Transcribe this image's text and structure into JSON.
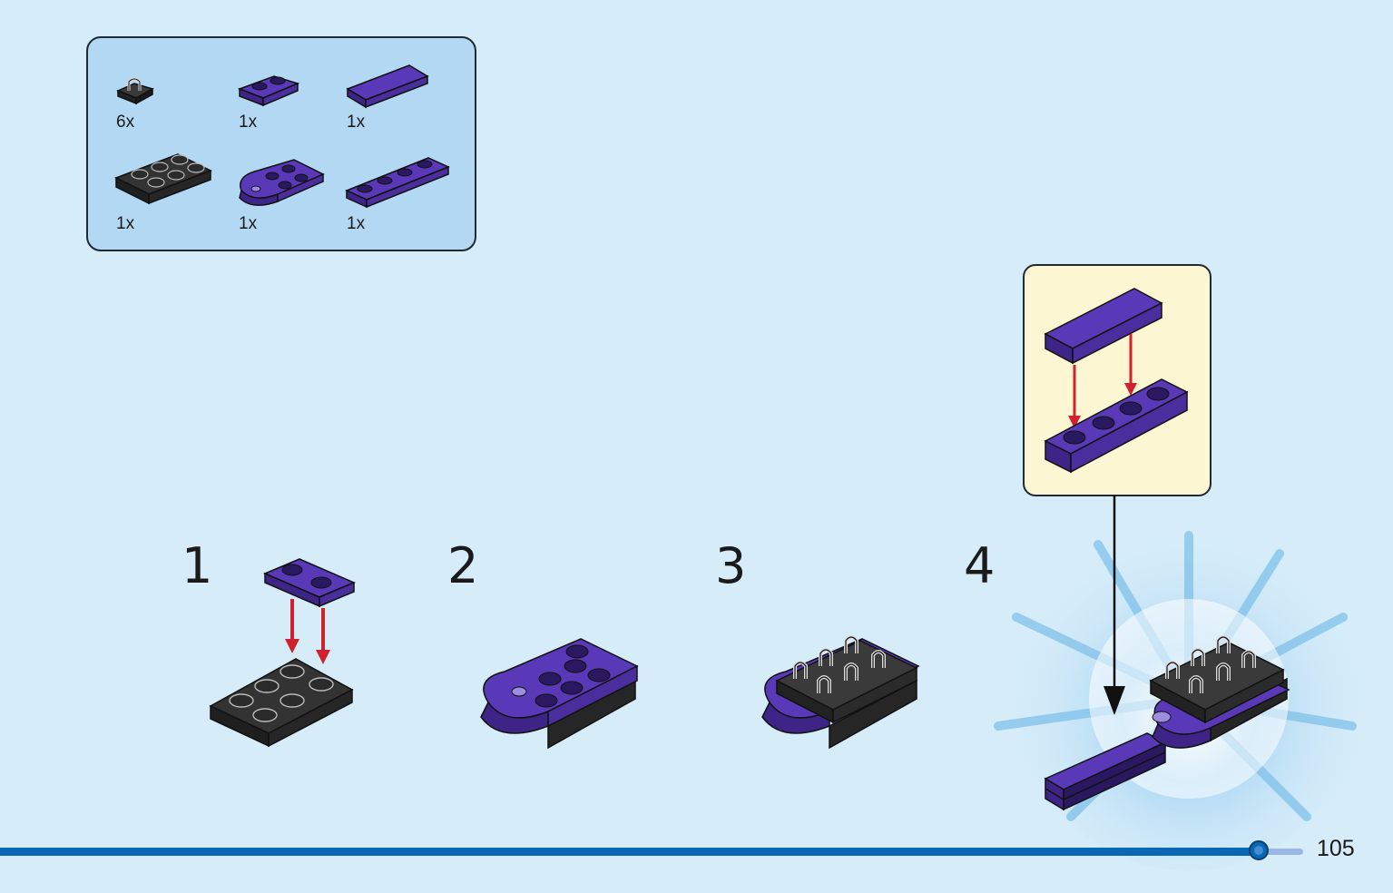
{
  "parts_list": {
    "items": [
      {
        "name": "black clip plate 1x1",
        "qty": "6x"
      },
      {
        "name": "purple plate 1x2",
        "qty": "1x"
      },
      {
        "name": "purple tile 1x4",
        "qty": "1x"
      },
      {
        "name": "black plate 2x3",
        "qty": "1x"
      },
      {
        "name": "purple round plate 2x3",
        "qty": "1x"
      },
      {
        "name": "purple plate 1x4",
        "qty": "1x"
      }
    ]
  },
  "steps": [
    {
      "number": "1"
    },
    {
      "number": "2"
    },
    {
      "number": "3"
    },
    {
      "number": "4"
    }
  ],
  "colors": {
    "background": "#d6ecf9",
    "parts_box": "#b2d8f3",
    "callout_box": "#fdf6d3",
    "purple": "#5a39b8",
    "black_brick": "#2b2b2b",
    "arrow_red": "#d0222c",
    "progress_bar": "#0a67b3"
  },
  "footer": {
    "page_number": "105"
  }
}
